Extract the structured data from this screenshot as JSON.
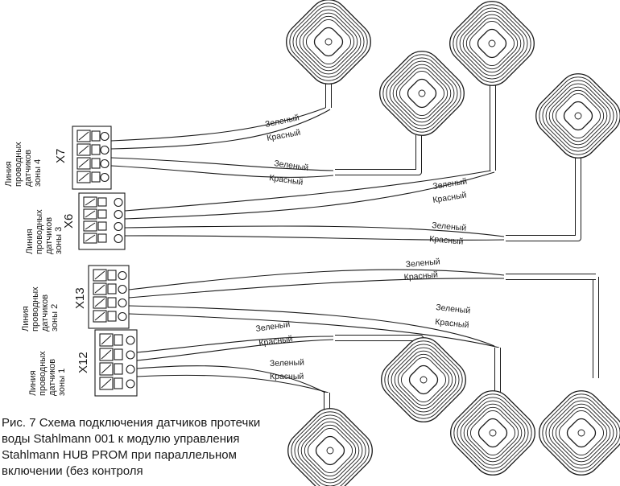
{
  "zones": [
    {
      "connector": "X7",
      "label_lines": [
        "Линия",
        "проводных",
        "датчиков",
        "зоны 4"
      ]
    },
    {
      "connector": "X6",
      "label_lines": [
        "Линия",
        "проводных",
        "датчиков",
        "зоны 3"
      ]
    },
    {
      "connector": "X13",
      "label_lines": [
        "Линия",
        "проводных",
        "датчиков",
        "зоны 2"
      ]
    },
    {
      "connector": "X12",
      "label_lines": [
        "Линия",
        "проводных",
        "датчиков",
        "зоны 1"
      ]
    }
  ],
  "wire_labels": {
    "green": "Зеленый",
    "red": "Красный"
  },
  "caption": "Рис. 7 Схема подключения датчиков протечки воды Stahlmann 001 к модулю управления Stahlmann HUB PROM при параллельном включении (без контроля"
}
